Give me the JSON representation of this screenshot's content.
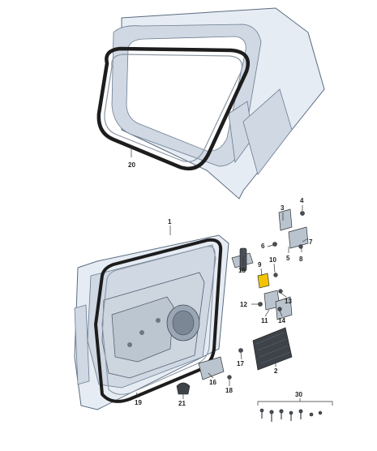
{
  "callouts": [
    {
      "id": "c20",
      "text": "20"
    },
    {
      "id": "c1",
      "text": "1"
    },
    {
      "id": "c3",
      "text": "3"
    },
    {
      "id": "c4",
      "text": "4"
    },
    {
      "id": "c6",
      "text": "6"
    },
    {
      "id": "c7",
      "text": "7"
    },
    {
      "id": "c5",
      "text": "5"
    },
    {
      "id": "c8",
      "text": "8"
    },
    {
      "id": "c9",
      "text": "9"
    },
    {
      "id": "c10",
      "text": "10"
    },
    {
      "id": "c15",
      "text": "15"
    },
    {
      "id": "c14",
      "text": "14"
    },
    {
      "id": "c13",
      "text": "13"
    },
    {
      "id": "c12",
      "text": "12"
    },
    {
      "id": "c11",
      "text": "11"
    },
    {
      "id": "c17",
      "text": "17"
    },
    {
      "id": "c2",
      "text": "2"
    },
    {
      "id": "c16",
      "text": "16"
    },
    {
      "id": "c18",
      "text": "18"
    },
    {
      "id": "c19",
      "text": "19"
    },
    {
      "id": "c21",
      "text": "21"
    },
    {
      "id": "c30",
      "text": "30"
    }
  ],
  "colors": {
    "highlight_part": "#f2c500",
    "seal": "#1d1d1d",
    "body_panel": "#e6ecf3"
  }
}
